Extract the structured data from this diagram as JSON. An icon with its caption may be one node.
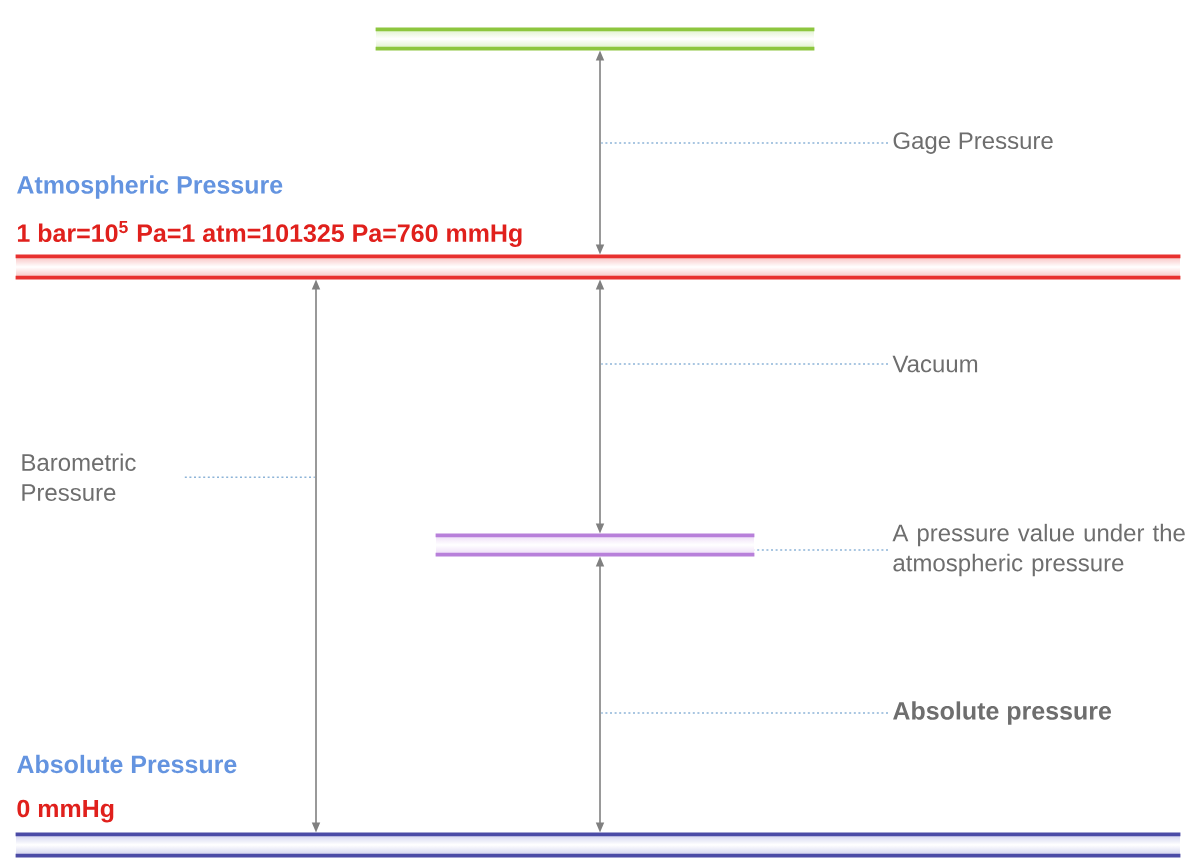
{
  "diagram": {
    "nodes": [
      {
        "text": [],
        "shape": "bar"
      },
      {
        "text": [
          "Gage Pressure"
        ]
      },
      {
        "text": [],
        "shape": "bar",
        "beside": [
          "Atmospheric Pressure",
          "1 bar=10$^{5}$ Pa=1 atm=101325 Pa=760 mmHg"
        ]
      },
      {
        "text": [
          "Vacuum"
        ]
      },
      {
        "text": [
          "Barometric Pressure"
        ]
      },
      {
        "text": [],
        "shape": "bar"
      },
      {
        "text": [
          "A pressure value under the atmospheric pressure"
        ]
      },
      {
        "text": [
          "Absolute pressure"
        ]
      },
      {
        "text": [],
        "shape": "bar",
        "beside": [
          "Absolute Pressure",
          "0 mmHg"
        ]
      }
    ],
    "edges": [
      {
        "from": 0,
        "to": 2,
        "arrow": "both",
        "color": "#808080"
      },
      {
        "from": 1,
        "to": null,
        "arrow": "none",
        "style": "dashed"
      },
      {
        "from": 2,
        "to": 5,
        "arrow": "both",
        "color": "#808080"
      },
      {
        "from": 3,
        "to": null,
        "arrow": "none",
        "style": "dashed"
      },
      {
        "from": 2,
        "to": 8,
        "arrow": "both",
        "color": "#808080"
      },
      {
        "from": 4,
        "to": null,
        "arrow": "none",
        "style": "dashed"
      },
      {
        "from": 5,
        "to": 8,
        "arrow": "both",
        "color": "#808080"
      },
      {
        "from": 6,
        "to": 5,
        "arrow": "none",
        "style": "dashed"
      },
      {
        "from": 7,
        "to": null,
        "arrow": "none",
        "style": "dashed"
      }
    ]
  }
}
